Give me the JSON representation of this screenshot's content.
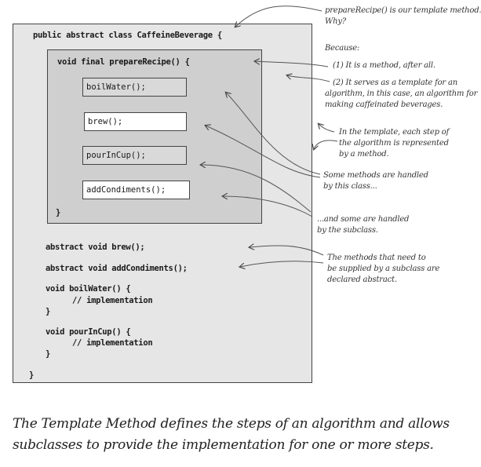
{
  "code": {
    "class_open": "public abstract class CaffeineBeverage {",
    "method_open": "void final prepareRecipe() {",
    "steps": [
      "boilWater();",
      "brew();",
      "pourInCup();",
      "addCondiments();"
    ],
    "method_close": "}",
    "abstract_brew": "abstract void brew();",
    "abstract_condiments": "abstract void addCondiments();",
    "boil_sig": "void boilWater() {",
    "boil_body": "// implementation",
    "boil_close": "}",
    "pour_sig": "void pourInCup() {",
    "pour_body": "// implementation",
    "pour_close": "}",
    "class_close": "}"
  },
  "notes": {
    "n1_line1": "prepareRecipe() is our template method.",
    "n1_line2": "Why?",
    "because": "Because:",
    "reason1": "(1) It is a method, after all.",
    "reason2_l1": "(2) It serves as a template for an",
    "reason2_l2": "algorithm, in this case, an algorithm for",
    "reason2_l3": "making caffeinated beverages.",
    "template_l1": "In the template, each step of",
    "template_l2": "the algorithm is represented",
    "template_l3": "by a method.",
    "handled_l1": "Some methods are handled",
    "handled_l2": "by this class...",
    "subclass_l1": "...and some are handled",
    "subclass_l2": "by the subclass.",
    "abstract_l1": "The methods that need to",
    "abstract_l2": "be supplied by a subclass are",
    "abstract_l3": "declared abstract."
  },
  "caption": {
    "line1": "The Template Method defines the steps of an algorithm and allows",
    "line2": "subclasses to provide the implementation for one or more steps."
  }
}
